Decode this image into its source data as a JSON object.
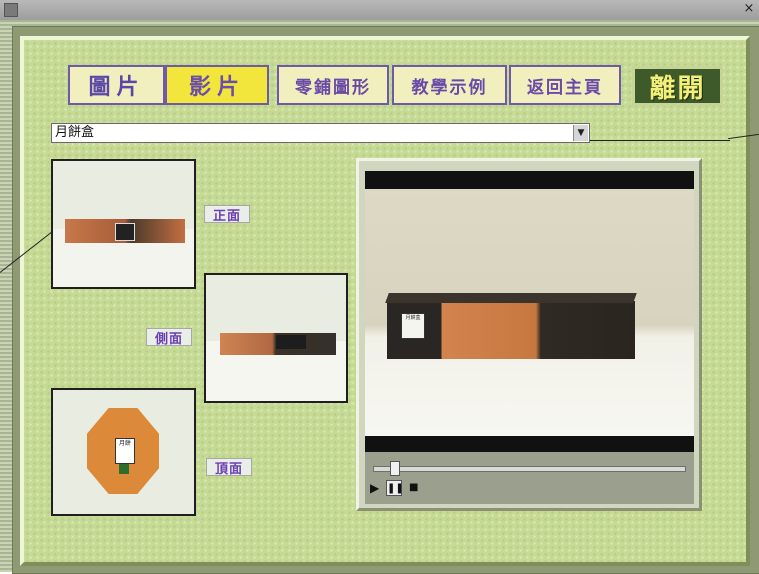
{
  "nav": {
    "buttons": [
      {
        "label": "圖片",
        "active": false
      },
      {
        "label": "影片",
        "active": true
      },
      {
        "label": "零鋪圖形",
        "active": false
      },
      {
        "label": "教學示例",
        "active": false
      },
      {
        "label": "返回主頁",
        "active": false
      }
    ],
    "exit_label": "離開"
  },
  "selector": {
    "value": "月餅盒"
  },
  "views": {
    "front_label": "正面",
    "side_label": "側面",
    "top_label": "頂面"
  },
  "product": {
    "box_tag": "月餅盒",
    "top_tag": "月餅"
  },
  "player": {
    "progress": 0.07,
    "controls": [
      "play",
      "pause",
      "stop"
    ]
  },
  "window": {
    "close_glyph": "×"
  },
  "colors": {
    "panel": "#c5da95",
    "nav_button": "#f1efbd",
    "nav_active": "#f2e53c",
    "nav_text": "#5a45a8",
    "exit_bg": "#3f5a2a",
    "exit_text": "#f3f07a"
  }
}
